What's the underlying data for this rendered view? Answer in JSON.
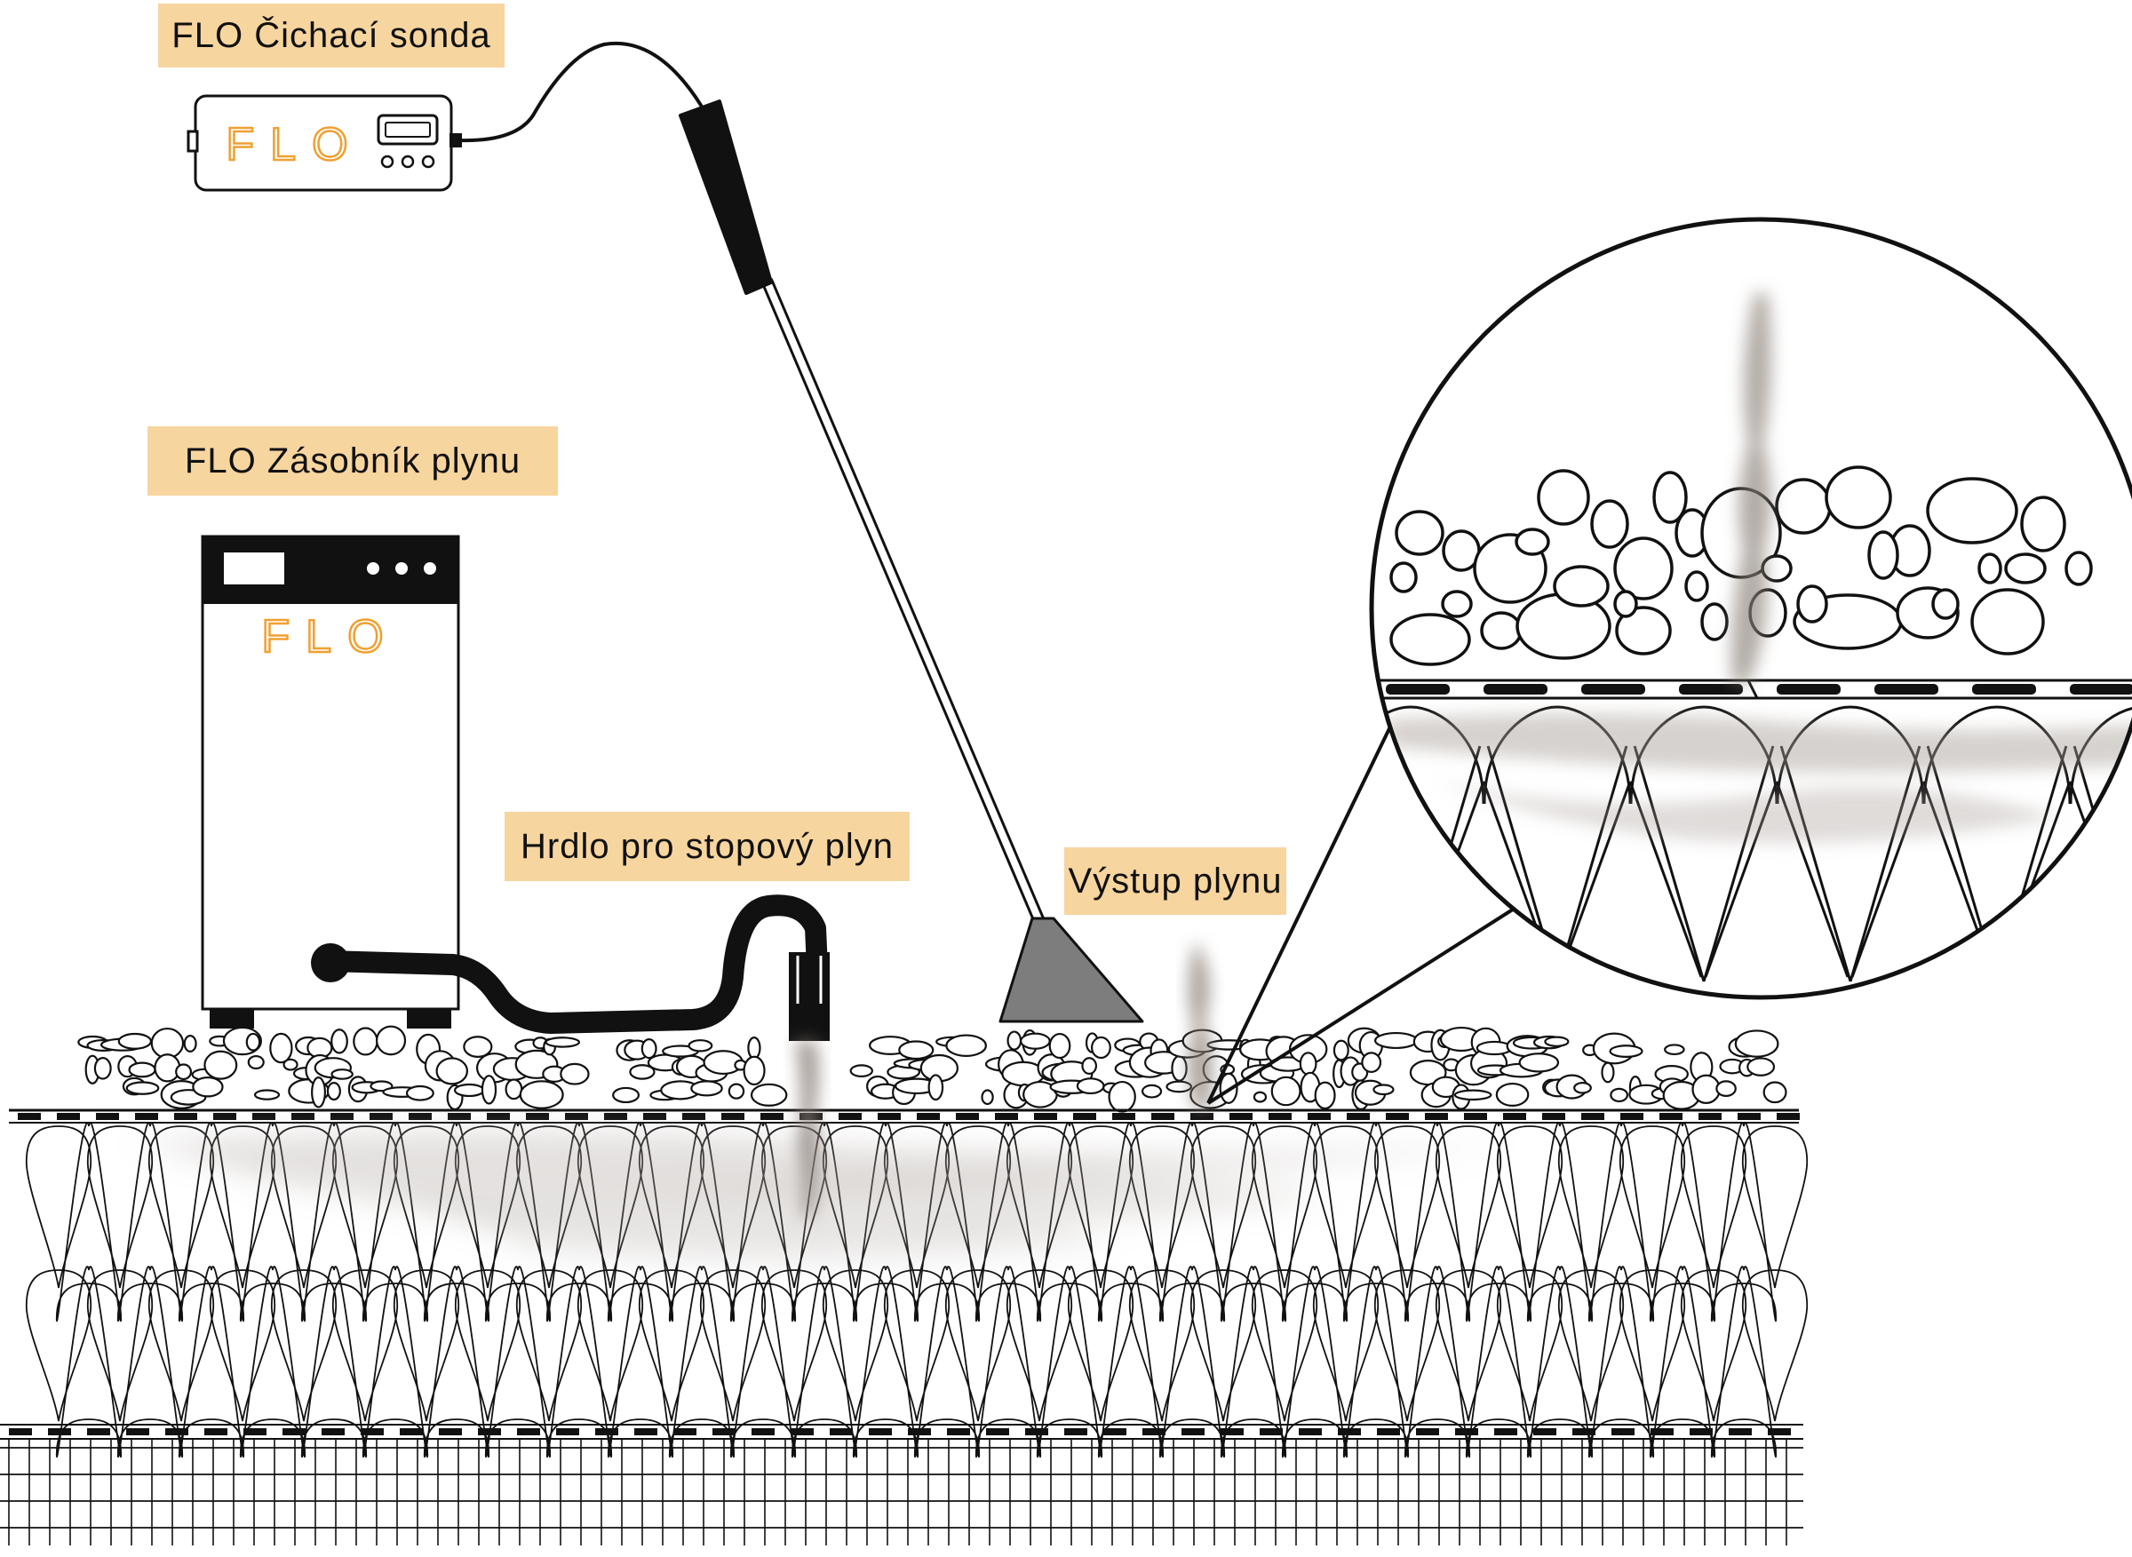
{
  "labels": {
    "probe": "FLO Čichací sonda",
    "reservoir": "FLO Zásobník plynu",
    "inlet": "Hrdlo pro stopový plyn",
    "outlet": "Výstup plynu"
  },
  "devices": {
    "probe_brand": "FLO",
    "reservoir_brand": "FLO"
  },
  "colors": {
    "callout_bg": "#f7d59f",
    "brand": "#f0a032",
    "ink": "#111111",
    "smoke": "#8a7f78",
    "nozzle": "#7d7d7d"
  }
}
